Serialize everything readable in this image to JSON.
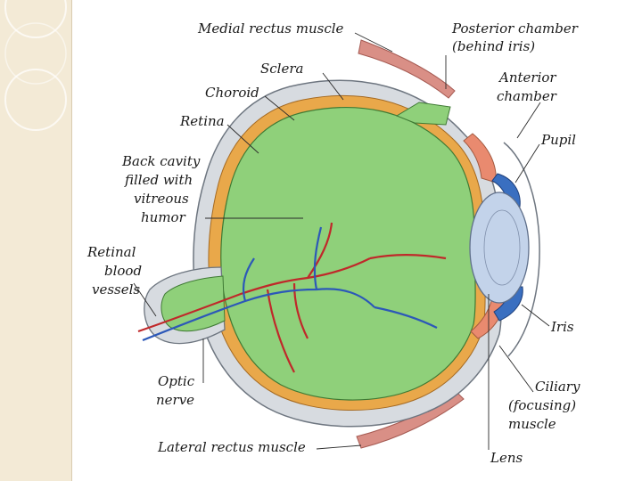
{
  "labels": {
    "medial_rectus": "Medial rectus muscle",
    "posterior_chamber_1": "Posterior chamber",
    "posterior_chamber_2": "(behind iris)",
    "sclera": "Sclera",
    "choroid": "Choroid",
    "anterior_chamber_1": "Anterior",
    "anterior_chamber_2": "chamber",
    "retina": "Retina",
    "pupil": "Pupil",
    "back_cavity_1": "Back cavity",
    "back_cavity_2": "filled with",
    "back_cavity_3": "vitreous",
    "back_cavity_4": "humor",
    "retinal_vessels_1": "Retinal",
    "retinal_vessels_2": "blood",
    "retinal_vessels_3": "vessels",
    "iris": "Iris",
    "optic_nerve_1": "Optic",
    "optic_nerve_2": "nerve",
    "ciliary_1": "Ciliary",
    "ciliary_2": "(focusing)",
    "ciliary_3": "muscle",
    "lateral_rectus": "Lateral rectus muscle",
    "lens": "Lens"
  },
  "colors": {
    "strip": "#f3ead6",
    "vitreous": "#8fd07a",
    "sclera": "#d7dbe0",
    "choroid": "#e9a84a",
    "muscle": "#d98f86",
    "lens": "#c3d3ea",
    "iris": "#3a6fc0",
    "artery": "#c0282a",
    "vein": "#2c58b8"
  }
}
